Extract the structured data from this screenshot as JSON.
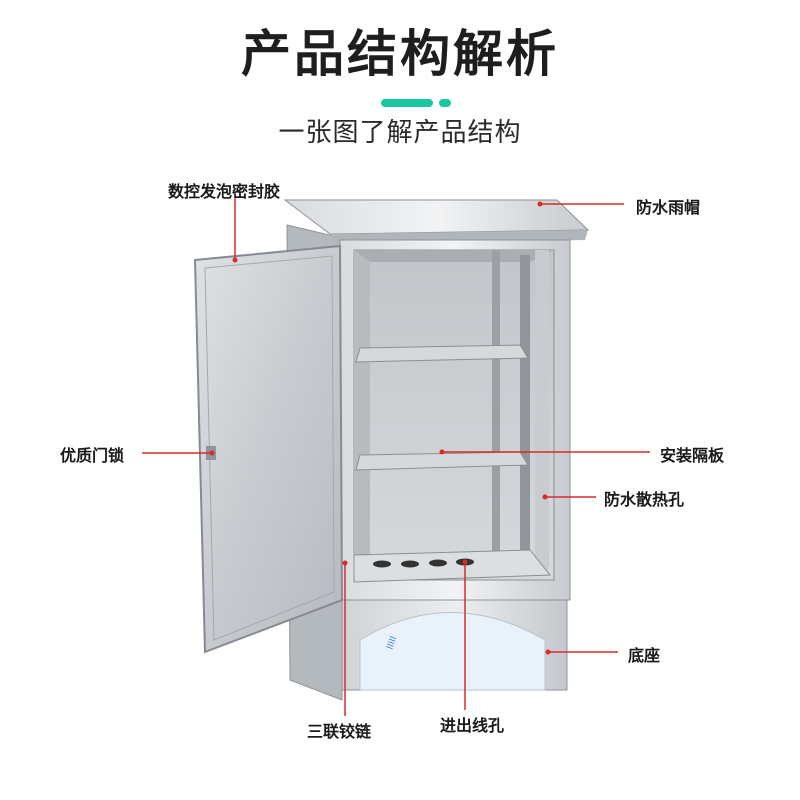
{
  "header": {
    "title": "产品结构解析",
    "subtitle": "一张图了解产品结构",
    "accent_color": "#19c8a0"
  },
  "labels": {
    "foam_seal": "数控发泡密封胶",
    "rain_cap": "防水雨帽",
    "door_lock": "优质门锁",
    "partition": "安装隔板",
    "vent_holes": "防水散热孔",
    "base": "底座",
    "hinge": "三联铰链",
    "cable_hole": "进出线孔"
  },
  "colors": {
    "leader_line": "#d92b2b",
    "steel_light": "#e6e8ea",
    "steel_dark": "#9ea3a8"
  }
}
